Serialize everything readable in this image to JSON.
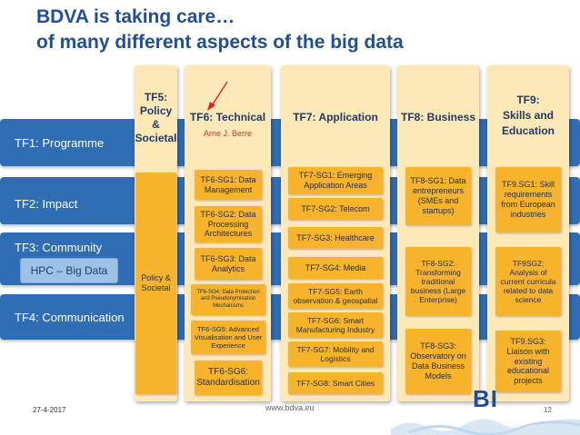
{
  "title": {
    "line1": "BDVA is taking care…",
    "line2": "of many different aspects of the big data"
  },
  "bands": [
    {
      "label": "TF1: Programme"
    },
    {
      "label": "TF2: Impact"
    },
    {
      "label": "TF3: Community"
    },
    {
      "label": "TF4: Communication"
    }
  ],
  "hpc_label": "HPC – Big Data",
  "columns": {
    "tf5": {
      "header": "TF5:\nPolicy\n&\nSocietal",
      "items": [
        "Policy &\nSocietal"
      ]
    },
    "tf6": {
      "header": "TF6: Technical",
      "presenter": "Arne J. Berre",
      "items": [
        "TF6-SG1: Data Management",
        "TF6-SG2: Data Processing Architectures",
        "TF6-SG3: Data Analytics",
        "TF6-SG4: Data Protection and Pseudonymisation Mechanisms",
        "TF6-SG5: Advanced Visualisation and User Experience",
        "TF6-SG6: Standardisation"
      ]
    },
    "tf7": {
      "header": "TF7: Application",
      "items": [
        "TF7-SG1: Emerging Application Areas",
        "TF7-SG2: Telecom",
        "TF7-SG3: Healthcare",
        "TF7-SG4: Media",
        "TF7-SG5: Earth observation & geospatial",
        "TF7-SG6: Smart Manufacturing Industry",
        "TF7-SG7: Mobility and Logistics",
        "TF7-SG8: Smart Cities"
      ]
    },
    "tf8": {
      "header": "TF8: Business",
      "items": [
        "TF8-SG1: Data entrepreneurs (SMEs and startups)",
        "TF8-SG2: Transforming traditional business (Large Enterprise)",
        "TF8-SG3: Observatory on Data Business Models"
      ]
    },
    "tf9": {
      "header": "TF9:\nSkills and Education",
      "items": [
        "TF9.SG1: Skill requirements from European industries",
        "TF9SG2: Analysis of current curricula related to data science",
        "TF9.SG3: Liaison with existing educational projects"
      ]
    }
  },
  "footer": {
    "date": "27-4-2017",
    "url": "www.bdva.eu",
    "page": "12",
    "logo_text": "BI"
  },
  "colors": {
    "title": "#1f4e9b",
    "band": "#2f6db5",
    "column_bg": "#fde8b8",
    "box": "#f7b32b",
    "hpc": "#9ec2e6",
    "presenter": "#c0392b"
  }
}
